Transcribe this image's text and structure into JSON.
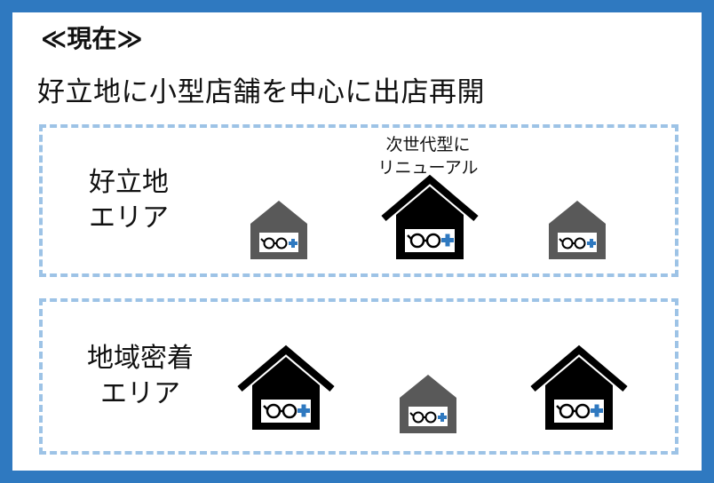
{
  "title": "≪現在≫",
  "subtitle": "好立地に小型店舗を中心に出店再開",
  "zones": [
    {
      "label_line1": "好立地",
      "label_line2": "エリア",
      "note_line1": "次世代型に",
      "note_line2": "リニューアル",
      "stores": [
        "small-store",
        "large-store",
        "small-store"
      ]
    },
    {
      "label_line1": "地域密着",
      "label_line2": "エリア",
      "stores": [
        "large-store",
        "small-store",
        "large-store"
      ]
    }
  ],
  "colors": {
    "frame": "#2f79c0",
    "dashed_border": "#9dc3e6",
    "small_store": "#595959",
    "large_store": "#000000",
    "plus": "#2f79c0"
  }
}
